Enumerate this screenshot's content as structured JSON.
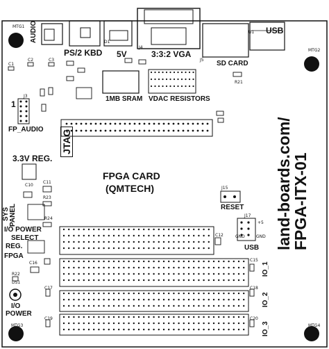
{
  "board": {
    "labels": {
      "audio": "AUDIO",
      "ps2": "PS/2 KBD",
      "vga": "3:3:2 VGA",
      "five_v": "5V",
      "usb_top": "USB",
      "sd_card": "SD CARD",
      "sram": "1MB SRAM",
      "vdac": "VDAC RESISTORS",
      "fp_audio": "FP_AUDIO",
      "pin1": "1",
      "jtag": "JTAG",
      "reg33": "3.3V REG.",
      "fpga_card_1": "FPGA CARD",
      "fpga_card_2": "(QMTECH)",
      "reset": "RESET",
      "j15": "J15",
      "j17": "J17",
      "usb_bottom": "USB",
      "gnd_left": "GND",
      "gnd_right": "GND",
      "plus5": "+5",
      "sys": "SYS",
      "panel": "PANEL",
      "io_power_select_1": "I/O POWER",
      "io_power_select_2": "SELECT",
      "reg": "REG.",
      "fpga": "FPGA",
      "io_1": "IO_1",
      "io_2": "IO_2",
      "io_3": "IO_3",
      "io_power_1": "I/O",
      "io_power_2": "POWER",
      "ds1": "DS1",
      "r22": "R22",
      "d1": "D1",
      "j5": "J5",
      "j4": "J4",
      "u1": "U1",
      "c10": "C10",
      "c11": "C11",
      "c16": "C16",
      "c17": "C17",
      "c18": "C18",
      "c19": "C19",
      "c20": "C20",
      "c15": "C15",
      "c12": "C12",
      "r23": "R23",
      "r24": "R24",
      "r21": "R21",
      "j3": "J3",
      "c1": "C1",
      "c2": "C2",
      "c3": "C3",
      "mtg1": "MTG1",
      "mtg2": "MTG2",
      "mtg3": "MTG3",
      "mtg4": "MTG4"
    },
    "title_line1": "land-boards.com/",
    "title_line2": "FPGA-ITX-01"
  }
}
